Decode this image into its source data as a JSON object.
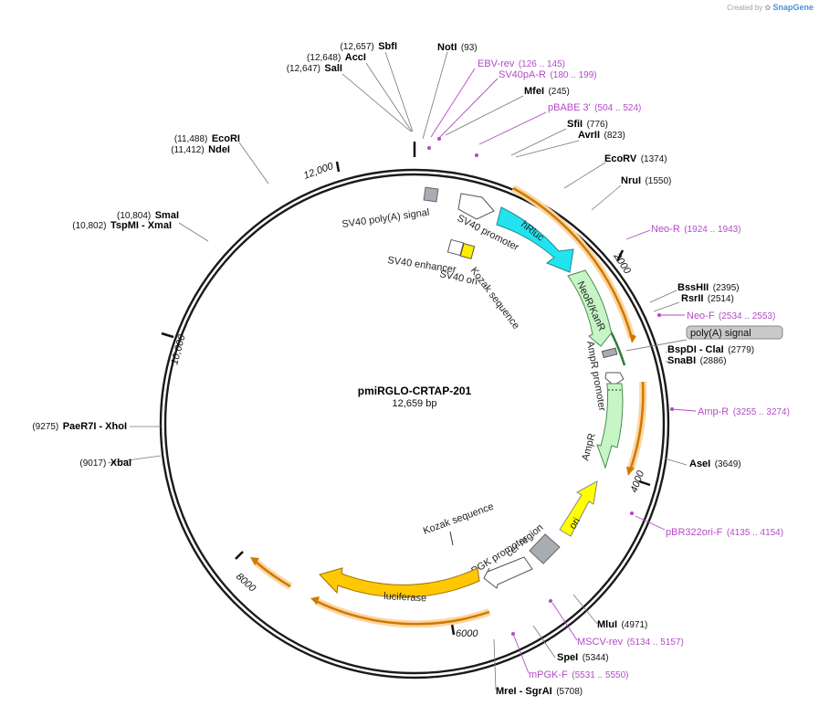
{
  "credit": {
    "prefix": "Created by",
    "brand": "SnapGene"
  },
  "plasmid": {
    "name": "pmiRGLO-CRTAP-201",
    "length": "12,659 bp"
  },
  "ticks": [
    "2000",
    "4000",
    "6000",
    "8000",
    "10,000",
    "12,000"
  ],
  "sites": [
    {
      "name": "SbfI",
      "pos": "(12,657)"
    },
    {
      "name": "AccI",
      "pos": "(12,648)"
    },
    {
      "name": "SalI",
      "pos": "(12,647)"
    },
    {
      "name": "NotI",
      "pos": "(93)"
    },
    {
      "name": "MfeI",
      "pos": "(245)"
    },
    {
      "name": "SfiI",
      "pos": "(776)"
    },
    {
      "name": "AvrII",
      "pos": "(823)"
    },
    {
      "name": "EcoRV",
      "pos": "(1374)"
    },
    {
      "name": "NruI",
      "pos": "(1550)"
    },
    {
      "name": "BssHII",
      "pos": "(2395)"
    },
    {
      "name": "RsrII",
      "pos": "(2514)"
    },
    {
      "name": "BspDI - ClaI",
      "pos": "(2779)"
    },
    {
      "name": "SnaBI",
      "pos": "(2886)"
    },
    {
      "name": "AseI",
      "pos": "(3649)"
    },
    {
      "name": "MluI",
      "pos": "(4971)"
    },
    {
      "name": "SpeI",
      "pos": "(5344)"
    },
    {
      "name": "MreI - SgrAI",
      "pos": "(5708)"
    },
    {
      "name": "XbaI",
      "pos": "(9017)"
    },
    {
      "name": "PaeR7I - XhoI",
      "pos": "(9275)"
    },
    {
      "name": "TspMI - XmaI",
      "pos": "(10,802)"
    },
    {
      "name": "SmaI",
      "pos": "(10,804)"
    },
    {
      "name": "NdeI",
      "pos": "(11,412)"
    },
    {
      "name": "EcoRI",
      "pos": "(11,488)"
    }
  ],
  "primers": [
    {
      "name": "EBV-rev",
      "pos": "(126 .. 145)"
    },
    {
      "name": "SV40pA-R",
      "pos": "(180 .. 199)"
    },
    {
      "name": "pBABE 3'",
      "pos": "(504 .. 524)"
    },
    {
      "name": "Neo-R",
      "pos": "(1924 .. 1943)"
    },
    {
      "name": "Neo-F",
      "pos": "(2534 .. 2553)"
    },
    {
      "name": "Amp-R",
      "pos": "(3255 .. 3274)"
    },
    {
      "name": "pBR322ori-F",
      "pos": "(4135 .. 4154)"
    },
    {
      "name": "MSCV-rev",
      "pos": "(5134 .. 5157)"
    },
    {
      "name": "mPGK-F",
      "pos": "(5531 .. 5550)"
    }
  ],
  "features": {
    "sv40_polya": "SV40 poly(A) signal",
    "sv40_promoter": "SV40 promoter",
    "hrluc": "hRluc",
    "sv40_enhancer": "SV40 enhancer",
    "sv40_ori": "SV40 ori",
    "kozak_top": "Kozak sequence",
    "neor": "NeoR/KanR",
    "polya_box": "poly(A) signal",
    "ampr_promoter": "AmpR promoter",
    "ampr": "AmpR",
    "ori": "ori",
    "cer_region": "cer region",
    "pgk_promoter": "PGK promoter",
    "kozak_bottom": "Kozak sequence",
    "luciferase": "luciferase"
  },
  "colors": {
    "backbone": "#1a1a1a",
    "hrluc": "#22e4ee",
    "neor": "#c6f5c6",
    "ampr": "#c6f5c6",
    "ori": "#ffff00",
    "luciferase": "#ffc800",
    "orf": "#d07800",
    "orf_glow": "#fbd6a0",
    "primer": "#b44ac8",
    "gray_feature": "#a8adb4",
    "yellow_small": "#ffee00"
  }
}
